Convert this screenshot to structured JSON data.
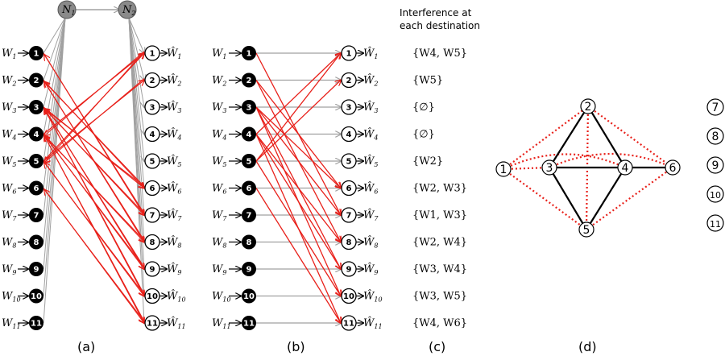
{
  "header": {
    "interference_title_line1": "Interference at",
    "interference_title_line2": "each destination"
  },
  "relays": [
    {
      "base": "N",
      "sub": "1"
    },
    {
      "base": "N",
      "sub": "2"
    }
  ],
  "source_label_base": "W",
  "dest_label_base": "Ŵ",
  "nodes": [
    "1",
    "2",
    "3",
    "4",
    "5",
    "6",
    "7",
    "8",
    "9",
    "10",
    "11"
  ],
  "interference_sets": [
    "{W4, W5}",
    "{W5}",
    "{∅}",
    "{∅}",
    "{W2}",
    "{W2, W3}",
    "{W1, W3}",
    "{W2, W4}",
    "{W3, W4}",
    "{W3, W5}",
    "{W4, W6}"
  ],
  "panel_b_edges": [
    [
      1,
      7
    ],
    [
      2,
      6
    ],
    [
      2,
      8
    ],
    [
      3,
      6
    ],
    [
      3,
      7
    ],
    [
      3,
      9
    ],
    [
      3,
      10
    ],
    [
      4,
      1
    ],
    [
      4,
      8
    ],
    [
      4,
      9
    ],
    [
      4,
      11
    ],
    [
      5,
      1
    ],
    [
      5,
      2
    ],
    [
      5,
      10
    ],
    [
      6,
      11
    ]
  ],
  "conflict_graph": {
    "vertices": [
      "1",
      "2",
      "3",
      "4",
      "5",
      "6"
    ],
    "isolated": [
      "7",
      "8",
      "9",
      "10",
      "11"
    ],
    "solid_edges": [
      [
        "2",
        "3"
      ],
      [
        "2",
        "4"
      ],
      [
        "3",
        "4"
      ],
      [
        "3",
        "5"
      ],
      [
        "4",
        "5"
      ],
      [
        "4",
        "6"
      ]
    ],
    "dotted_edges": [
      [
        "1",
        "2"
      ],
      [
        "1",
        "4"
      ],
      [
        "1",
        "5"
      ],
      [
        "1",
        "3"
      ],
      [
        "2",
        "5"
      ],
      [
        "3",
        "6"
      ],
      [
        "2",
        "6"
      ],
      [
        "5",
        "6"
      ]
    ]
  },
  "captions": [
    "(a)",
    "(b)",
    "(c)",
    "(d)"
  ],
  "colors": {
    "interference": "#e8201a",
    "direct": "#a0a0a0",
    "relay_fill": "#8a8a8a",
    "node_fill": "#000000"
  }
}
